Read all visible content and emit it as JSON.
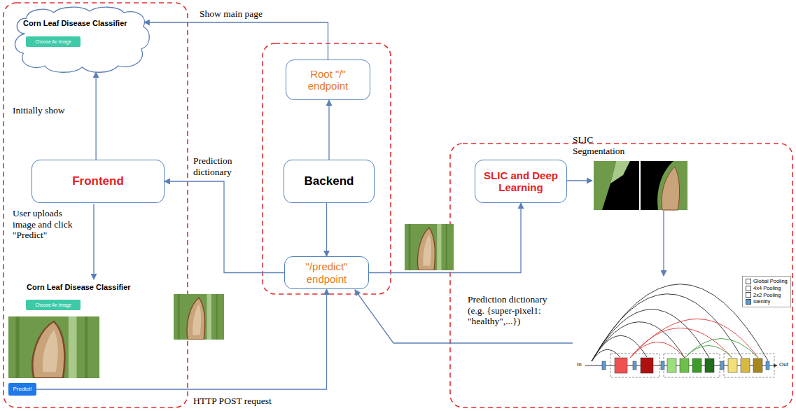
{
  "diagram": {
    "nodes": [
      {
        "text": [
          "Corn Leaf Disease Classifier"
        ]
      },
      {
        "text": [
          "Choose An Image"
        ],
        "in": 0
      },
      {
        "text": [
          "Root \"/\" endpoint"
        ]
      },
      {
        "text": [
          "Frontend"
        ]
      },
      {
        "text": [
          "Backend"
        ]
      },
      {
        "text": [
          "SLIC and Deep Learning"
        ]
      },
      {
        "text": [
          "\"/predict\" endpoint"
        ]
      },
      {
        "text": [
          "Choose An Image"
        ]
      },
      {
        "text": [
          "Predict!"
        ]
      }
    ],
    "edges": [
      {
        "from": 3,
        "to": 0,
        "arrow": "to",
        "label": "Initially show"
      },
      {
        "from": 2,
        "to": 0,
        "arrow": "to",
        "label": "Show main page"
      },
      {
        "from": 4,
        "to": 2,
        "arrow": "to"
      },
      {
        "from": 4,
        "to": 6,
        "arrow": "to"
      },
      {
        "from": 6,
        "to": 3,
        "arrow": "to",
        "label": "Prediction dictionary"
      },
      {
        "from": 8,
        "to": 6,
        "arrow": "to",
        "label": "HTTP POST request"
      },
      {
        "from": 6,
        "to": 5,
        "arrow": "to"
      }
    ],
    "labels": [
      "Corn Leaf Disease Classifier",
      "User uploads image and click \"Predict\"",
      "SLIC Segmentation",
      "Prediction dictionary (e.g. {super-pixel1: \"healthy\",...})",
      "In",
      "Out"
    ],
    "legend": [
      {
        "text": "Global Pooling",
        "color": "#ffffff"
      },
      {
        "text": "4x4 Pooling",
        "color": "#ffffff"
      },
      {
        "text": "2x2 Pooling",
        "color": "#ffffff"
      },
      {
        "text": "Identity",
        "color": "#5b9bd5"
      }
    ]
  }
}
